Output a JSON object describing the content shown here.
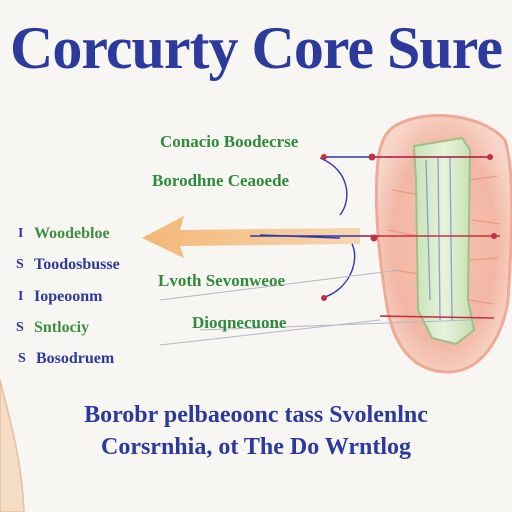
{
  "title": "Corcurty Core Sure",
  "labels": {
    "top_1": "Conacio Boodecrse",
    "top_2": "Borodhne Ceaoede",
    "mid_1": "Lvoth Sevonweoe",
    "mid_2": "Dioqnecuone"
  },
  "side_list": {
    "items": [
      "Woodebloe",
      "Toodosbusse",
      "Iopeoonm",
      "Sntlociy",
      "Bosodruem"
    ],
    "bullets": [
      "I",
      "S",
      "I",
      "S",
      "S"
    ]
  },
  "bottom": {
    "line1": "Borobr pelbaeoonc tass Svolenlnc",
    "line2": "Corsrnhia, ot The Do Wrntlog"
  },
  "colors": {
    "title": "#2b3a9c",
    "label_green": "#2f8a3a",
    "side_green": "#3d8f3e",
    "bottom_text": "#2b3a9c",
    "arrow": "#f3b06a",
    "tissue_pink": "#f2b7a4",
    "core_green": "#d9edc8",
    "leader_blue": "#2d3aa8",
    "marker_red": "#c23048"
  }
}
